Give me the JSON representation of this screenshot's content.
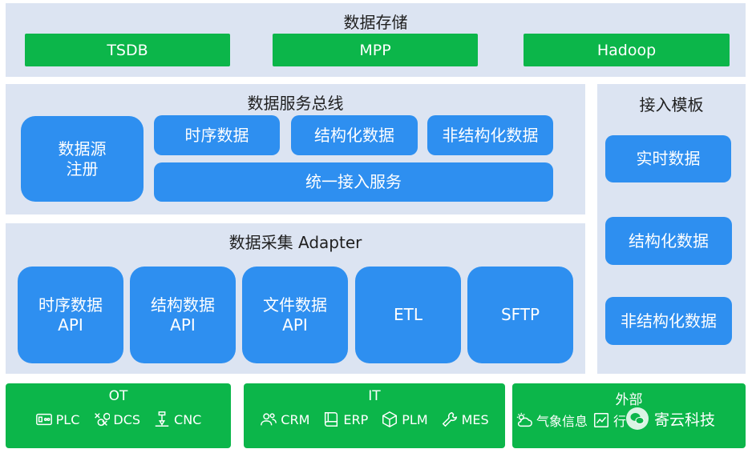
{
  "storage": {
    "title": "数据存储",
    "items": [
      "TSDB",
      "MPP",
      "Hadoop"
    ]
  },
  "bus": {
    "title": "数据服务总线",
    "registry": [
      "数据源",
      "注册"
    ],
    "types": [
      "时序数据",
      "结构化数据",
      "非结构化数据"
    ],
    "unified": "统一接入服务"
  },
  "template": {
    "title": "接入模板",
    "items": [
      "实时数据",
      "结构化数据",
      "非结构化数据"
    ]
  },
  "collect": {
    "title": "数据采集 Adapter",
    "items": [
      [
        "时序数据",
        "API"
      ],
      [
        "结构数据",
        "API"
      ],
      [
        "文件数据",
        "API"
      ],
      [
        "ETL"
      ],
      [
        "SFTP"
      ]
    ]
  },
  "sources": {
    "ot": {
      "title": "OT",
      "items": [
        {
          "icon": "plc-icon",
          "label": "PLC"
        },
        {
          "icon": "dcs-icon",
          "label": "DCS"
        },
        {
          "icon": "cnc-icon",
          "label": "CNC"
        }
      ]
    },
    "it": {
      "title": "IT",
      "items": [
        {
          "icon": "users-icon",
          "label": "CRM"
        },
        {
          "icon": "book-icon",
          "label": "ERP"
        },
        {
          "icon": "cube-icon",
          "label": "PLM"
        },
        {
          "icon": "wrench-icon",
          "label": "MES"
        }
      ]
    },
    "ext": {
      "title": "外部",
      "items": [
        {
          "icon": "cloud-sun-icon",
          "label": "气象信息"
        },
        {
          "icon": "chart-icon",
          "label": "行"
        }
      ]
    }
  },
  "watermark": {
    "text": "寄云科技"
  },
  "colors": {
    "panel": "#dce4f2",
    "green": "#0cb64a",
    "blue": "#2e8ff0"
  }
}
